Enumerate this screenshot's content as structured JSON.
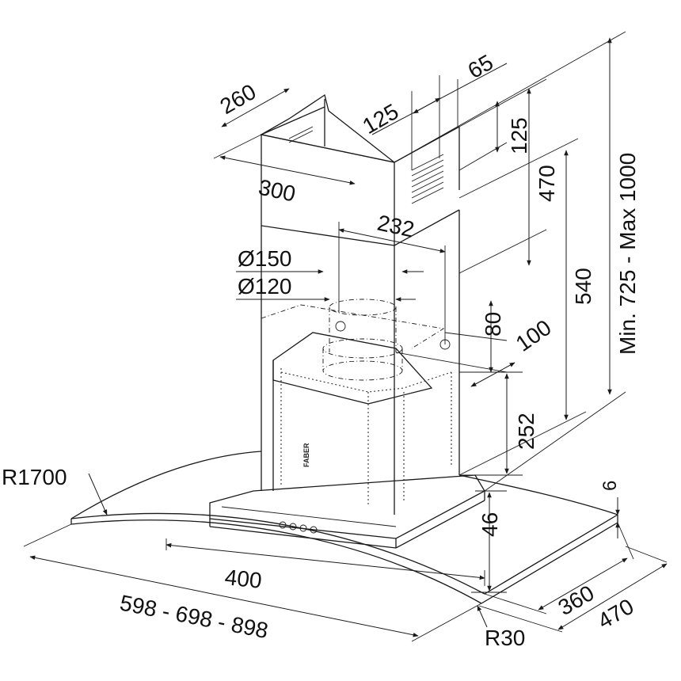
{
  "dimensions": {
    "d260": "260",
    "d300": "300",
    "d125a": "125",
    "d65": "65",
    "d125b": "125",
    "d470a": "470",
    "d232": "232",
    "d150": "Ø150",
    "d120": "Ø120",
    "d540": "540",
    "d725": "Min. 725 - Max 1000",
    "d80": "80",
    "d100": "100",
    "d252": "252",
    "r1700": "R1700",
    "d6": "6",
    "d46": "46",
    "d400": "400",
    "width": "598 - 698 - 898",
    "d360": "360",
    "d470b": "470",
    "r30": "R30"
  },
  "brand": "FABER"
}
